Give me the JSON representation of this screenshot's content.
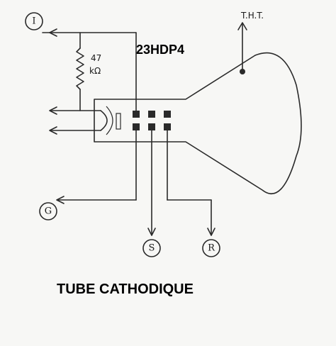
{
  "diagram": {
    "model": "23HDP4",
    "caption": "TUBE CATHODIQUE",
    "tht_label": "T.H.T.",
    "resistor_value": "47",
    "resistor_unit": "kΩ",
    "terminals": {
      "i": "I",
      "g": "G",
      "s": "S",
      "r": "R"
    }
  },
  "colors": {
    "ink": "#2a2a2a",
    "text": "#000000",
    "background": "#f7f7f5"
  }
}
